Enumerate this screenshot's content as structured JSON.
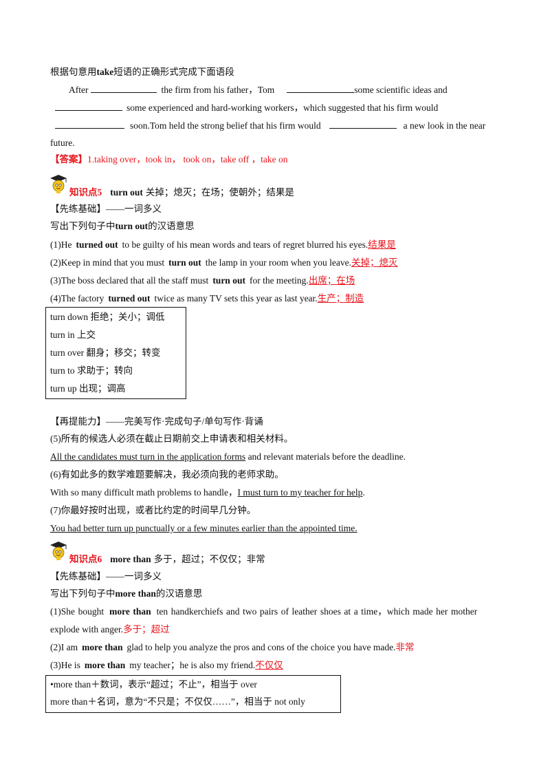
{
  "intro": {
    "instruction_pre": "根据句意用",
    "instruction_bold": "take",
    "instruction_post": "短语的正确形式完成下面语段",
    "p1_a": "After",
    "p1_b": "the firm from his father，Tom",
    "p1_c": "some scientific ideas and",
    "p2_a": "some experienced and hard-working workers，which suggested that his firm would",
    "p3_a": "soon.Tom held the strong belief that his firm would",
    "p3_b": "a new look in the near",
    "p4": "future.",
    "answer_label": "【答案】",
    "answer_text": "1.taking over，took in，  took on，take off ，take on"
  },
  "kp5": {
    "label": "知识点5",
    "phrase": "turn out",
    "meaning": "关掉；熄灭；在场；使朝外；结果是",
    "basic_title": "【先练基础】——一词多义",
    "basic_instr_pre": "写出下列句子中",
    "basic_instr_bold": "turn out",
    "basic_instr_post": "的汉语意思",
    "s1_pre": "(1)He",
    "s1_bold": "turned out",
    "s1_post": "to be guilty of his mean words and tears of regret blurred his eyes.",
    "s1_ans": "结果是",
    "s2_pre": "(2)Keep in mind that you must",
    "s2_bold": "turn out",
    "s2_post": "the lamp in your room when you leave.",
    "s2_ans": "关掉；熄灭",
    "s3_pre": "(3)The boss declared that all the staff must",
    "s3_bold": "turn out",
    "s3_post": "for the meeting.",
    "s3_ans": "出席；在场",
    "s4_pre": "(4)The factory",
    "s4_bold": "turned out",
    "s4_post": "twice as many TV sets this year as last year.",
    "s4_ans": "生产；制造",
    "box": [
      "turn down  拒绝；关小；调低",
      "turn in  上交",
      "turn over  翻身；移交；转变",
      "turn to  求助于；转向",
      "turn up  出现；调高"
    ],
    "adv_title": "【再提能力】——完美写作·完成句子/单句写作·背诵",
    "q5_cn": "(5)所有的候选人必须在截止日期前交上申请表和相关材料。",
    "q5_u": "All the candidates must turn in the application forms",
    "q5_rest": " and relevant materials before the deadline.",
    "q6_cn": "(6)有如此多的数学难题要解决，我必须向我的老师求助。",
    "q6_pre": "With so many difficult math problems to handle，",
    "q6_u": "I must turn to my teacher for help",
    "q6_post": ".",
    "q7_cn": "(7)你最好按时出现，或者比约定的时间早几分钟。",
    "q7_u": "You had better turn up punctually or a few minutes earlier than the appointed time."
  },
  "kp6": {
    "label": "知识点6",
    "phrase": "more than",
    "meaning": "多于，超过；不仅仅；非常",
    "basic_title": "【先练基础】——一词多义",
    "basic_instr_pre": "写出下列句子中",
    "basic_instr_bold": "more than",
    "basic_instr_post": "的汉语意思",
    "s1_pre": "(1)She bought",
    "s1_bold": "more than",
    "s1_post": "ten handkerchiefs and two pairs of leather shoes at a time，which made her mother",
    "s1_cont": "explode with anger.",
    "s1_ans": "多于；超过",
    "s2_pre": "(2)I am",
    "s2_bold": "more than",
    "s2_post": "glad to help you analyze the pros and cons of the choice you have made.",
    "s2_ans": "非常",
    "s3_pre": "(3)He is",
    "s3_bold": "more than",
    "s3_post": "my teacher；he is also my friend.",
    "s3_ans": "不仅仅",
    "box": [
      "•more than＋数词，表示“超过；不止”，相当于 over",
      "more than＋名词，意为“不只是；不仅仅……”，相当于 not only"
    ]
  }
}
